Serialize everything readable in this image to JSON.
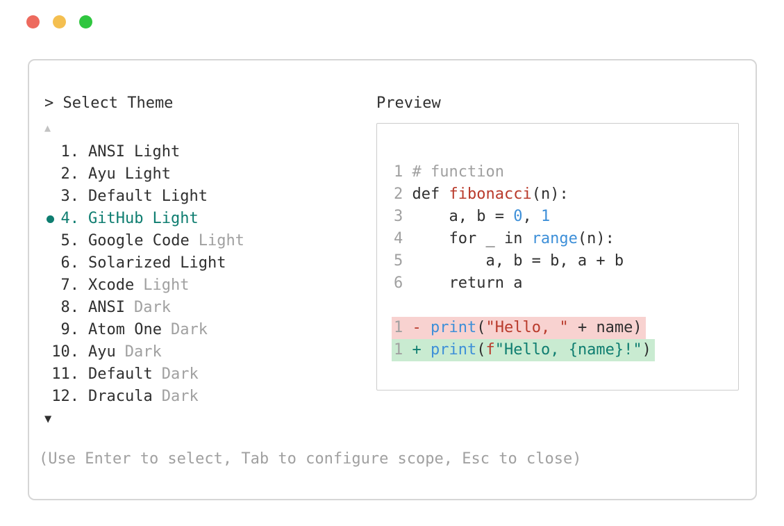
{
  "window": {
    "traffic_lights": [
      {
        "name": "close"
      },
      {
        "name": "minimize"
      },
      {
        "name": "maximize"
      }
    ]
  },
  "prompt": {
    "label": "> Select Theme",
    "scroll_up": "▲",
    "scroll_down": "▼"
  },
  "theme_list": [
    {
      "number": "1.",
      "name": "ANSI",
      "variant": "Light",
      "dim_variant": false,
      "selected": false
    },
    {
      "number": "2.",
      "name": "Ayu",
      "variant": "Light",
      "dim_variant": false,
      "selected": false
    },
    {
      "number": "3.",
      "name": "Default",
      "variant": "Light",
      "dim_variant": false,
      "selected": false
    },
    {
      "number": "4.",
      "name": "GitHub",
      "variant": "Light",
      "dim_variant": false,
      "selected": true
    },
    {
      "number": "5.",
      "name": "Google Code",
      "variant": "Light",
      "dim_variant": true,
      "selected": false
    },
    {
      "number": "6.",
      "name": "Solarized",
      "variant": "Light",
      "dim_variant": false,
      "selected": false
    },
    {
      "number": "7.",
      "name": "Xcode",
      "variant": "Light",
      "dim_variant": true,
      "selected": false
    },
    {
      "number": "8.",
      "name": "ANSI",
      "variant": "Dark",
      "dim_variant": true,
      "selected": false
    },
    {
      "number": "9.",
      "name": "Atom One",
      "variant": "Dark",
      "dim_variant": true,
      "selected": false
    },
    {
      "number": "10.",
      "name": "Ayu",
      "variant": "Dark",
      "dim_variant": true,
      "selected": false
    },
    {
      "number": "11.",
      "name": "Default",
      "variant": "Dark",
      "dim_variant": true,
      "selected": false
    },
    {
      "number": "12.",
      "name": "Dracula",
      "variant": "Dark",
      "dim_variant": true,
      "selected": false
    }
  ],
  "preview": {
    "title": "Preview",
    "code_lines": [
      {
        "num": "1",
        "tokens": [
          {
            "t": "# function",
            "c": "comment"
          }
        ]
      },
      {
        "num": "2",
        "tokens": [
          {
            "t": "def ",
            "c": "text"
          },
          {
            "t": "fibonacci",
            "c": "red"
          },
          {
            "t": "(n):",
            "c": "text"
          }
        ]
      },
      {
        "num": "3",
        "tokens": [
          {
            "t": "    a, b = ",
            "c": "text"
          },
          {
            "t": "0",
            "c": "blue"
          },
          {
            "t": ", ",
            "c": "text"
          },
          {
            "t": "1",
            "c": "blue"
          }
        ]
      },
      {
        "num": "4",
        "tokens": [
          {
            "t": "    for _ in ",
            "c": "text"
          },
          {
            "t": "range",
            "c": "blue"
          },
          {
            "t": "(n):",
            "c": "text"
          }
        ]
      },
      {
        "num": "5",
        "tokens": [
          {
            "t": "        a, b = b, a + b",
            "c": "text"
          }
        ]
      },
      {
        "num": "6",
        "tokens": [
          {
            "t": "    return a",
            "c": "text"
          }
        ]
      }
    ],
    "diff_lines": [
      {
        "num": "1",
        "sign": "- ",
        "bg": "removed",
        "tokens": [
          {
            "t": "print",
            "c": "blue"
          },
          {
            "t": "(",
            "c": "text"
          },
          {
            "t": "\"Hello, \"",
            "c": "red"
          },
          {
            "t": " + name)",
            "c": "text"
          }
        ]
      },
      {
        "num": "1",
        "sign": "+ ",
        "bg": "added",
        "tokens": [
          {
            "t": "print",
            "c": "blue"
          },
          {
            "t": "(",
            "c": "text"
          },
          {
            "t": "f",
            "c": "red"
          },
          {
            "t": "\"Hello, {name}!\"",
            "c": "teal"
          },
          {
            "t": ")",
            "c": "text"
          }
        ]
      }
    ]
  },
  "footer": {
    "hint": "(Use Enter to select, Tab to configure scope, Esc to close)"
  },
  "colors": {
    "text": "#2f2f2f",
    "dim": "#a0a0a0",
    "comment": "#a0a0a0",
    "teal": "#0e7d70",
    "blue": "#3d8fd8",
    "red": "#b93a2b",
    "removed_bg": "#f8d2d0",
    "added_bg": "#c9ebd1",
    "border": "#d6d6d6",
    "box_border": "#cccccc",
    "scroll_dim": "#c2c2c2",
    "traffic_close": "#ed6a5e",
    "traffic_minimize": "#f4bf50",
    "traffic_maximize": "#2fc63f"
  }
}
